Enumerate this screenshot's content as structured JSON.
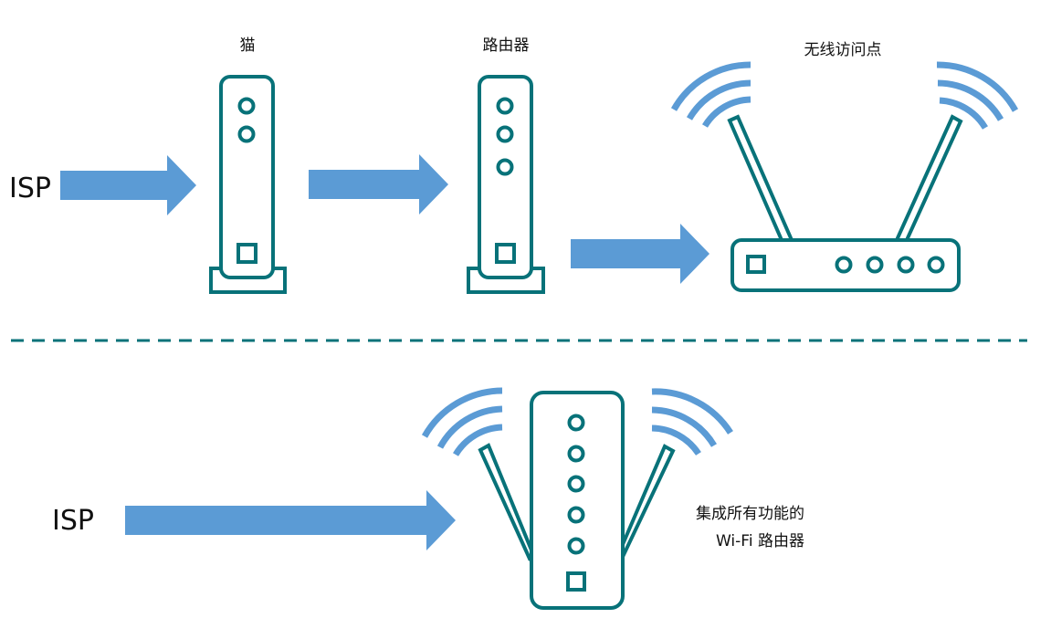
{
  "top": {
    "isp_label": "ISP",
    "modem_label": "猫",
    "router_label": "路由器",
    "ap_label": "无线访问点"
  },
  "bottom": {
    "isp_label": "ISP",
    "combo_label_line1": "集成所有功能的",
    "combo_label_line2": "Wi-Fi 路由器"
  },
  "colors": {
    "device_stroke": "#087279",
    "arrow_fill": "#5b9bd5",
    "wave_stroke": "#5b9bd5",
    "divider": "#087279"
  }
}
